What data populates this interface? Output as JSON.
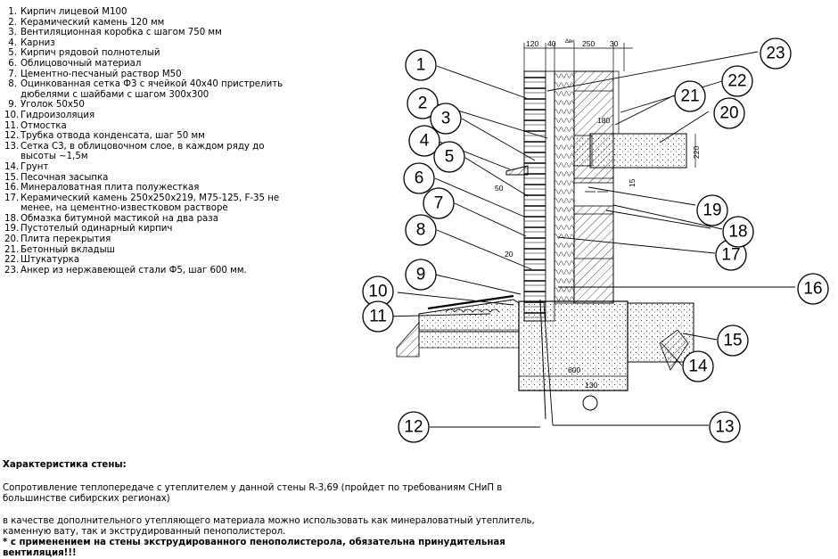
{
  "legend": [
    {
      "n": "1.",
      "text": "Кирпич лицевой М100"
    },
    {
      "n": "2.",
      "text": "Керамический камень 120 мм"
    },
    {
      "n": "3.",
      "text": "Вентиляционная коробка с шагом 750 мм"
    },
    {
      "n": "4.",
      "text": "Карниз"
    },
    {
      "n": "5.",
      "text": "Кирпич рядовой полнотелый"
    },
    {
      "n": "6.",
      "text": "Облицовочный материал"
    },
    {
      "n": "7.",
      "text": "Цементно-песчаный раствор М50"
    },
    {
      "n": "8.",
      "text": "Оцинкованная сетка Ф3 с ячейкой 40х40 пристрелить дюбелями с шайбами с шагом 300х300"
    },
    {
      "n": "9.",
      "text": "Уголок 50х50"
    },
    {
      "n": "10.",
      "text": "Гидроизоляция"
    },
    {
      "n": "11.",
      "text": "Отмостка"
    },
    {
      "n": "12.",
      "text": "Трубка отвода конденсата, шаг 50 мм"
    },
    {
      "n": "13.",
      "text": "Сетка С3, в облицовочном слое, в каждом ряду до высоты ~1,5м"
    },
    {
      "n": "14.",
      "text": "Грунт"
    },
    {
      "n": "15.",
      "text": "Песочная засыпка"
    },
    {
      "n": "16.",
      "text": "Минераловатная плита полужесткая"
    },
    {
      "n": "17.",
      "text": "Керамический камень 250х250х219, М75-125, F-35 не менее, на цементно-известковом растворе"
    },
    {
      "n": "18.",
      "text": "Обмазка битумной мастикой на два раза"
    },
    {
      "n": "19.",
      "text": "Пустотелый одинарный кирпич"
    },
    {
      "n": "20.",
      "text": "Плита перекрытия"
    },
    {
      "n": "21.",
      "text": "Бетонный вкладыш"
    },
    {
      "n": "22.",
      "text": "Штукатурка"
    },
    {
      "n": "23.",
      "text": "Анкер из нержавеющей стали Ф5, шаг 600 мм."
    }
  ],
  "callouts": [
    "1",
    "2",
    "3",
    "4",
    "5",
    "6",
    "7",
    "8",
    "9",
    "10",
    "11",
    "12",
    "13",
    "14",
    "15",
    "16",
    "17",
    "18",
    "19",
    "20",
    "21",
    "22",
    "23"
  ],
  "dimensions": {
    "top": [
      "120",
      "40",
      "Δвн",
      "250",
      "30"
    ],
    "d180": "180",
    "d220": "220",
    "d15": "15",
    "d50": "50",
    "d20": "20",
    "d600": "600",
    "d130": "130"
  },
  "notes": {
    "heading": "Характеристика стены:",
    "p1": "Сопротивление теплопередаче с утеплителем у данной стены R-3,69 (пройдет по требованиям СНиП в большинстве сибирских регионах)",
    "p2": "в качестве дополнительного утепляющего материала   можно использовать как минераловатный утеплитель, каменную вату, так и экструдированный пенополистерол.",
    "p3": "* с применением на стены экструдированного пенополистерола, обязательна принудительная вентиляция!!!"
  }
}
